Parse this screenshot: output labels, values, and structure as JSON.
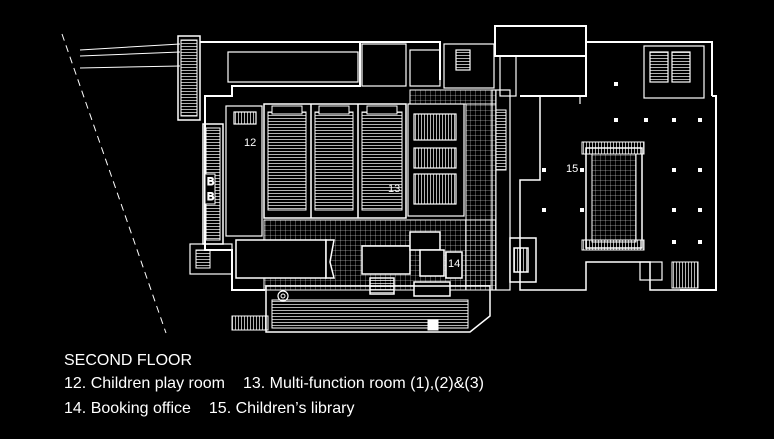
{
  "plan": {
    "room_labels": {
      "r12": "12",
      "r13": "13",
      "r14": "14",
      "r15": "15"
    }
  },
  "caption": {
    "title": "SECOND FLOOR",
    "legend": [
      "12. Children play room",
      "13. Multi-function room (1),(2)&(3)",
      "14. Booking office",
      "15. Children’s library"
    ]
  },
  "colors": {
    "background": "#000000",
    "lines": "#ffffff"
  }
}
